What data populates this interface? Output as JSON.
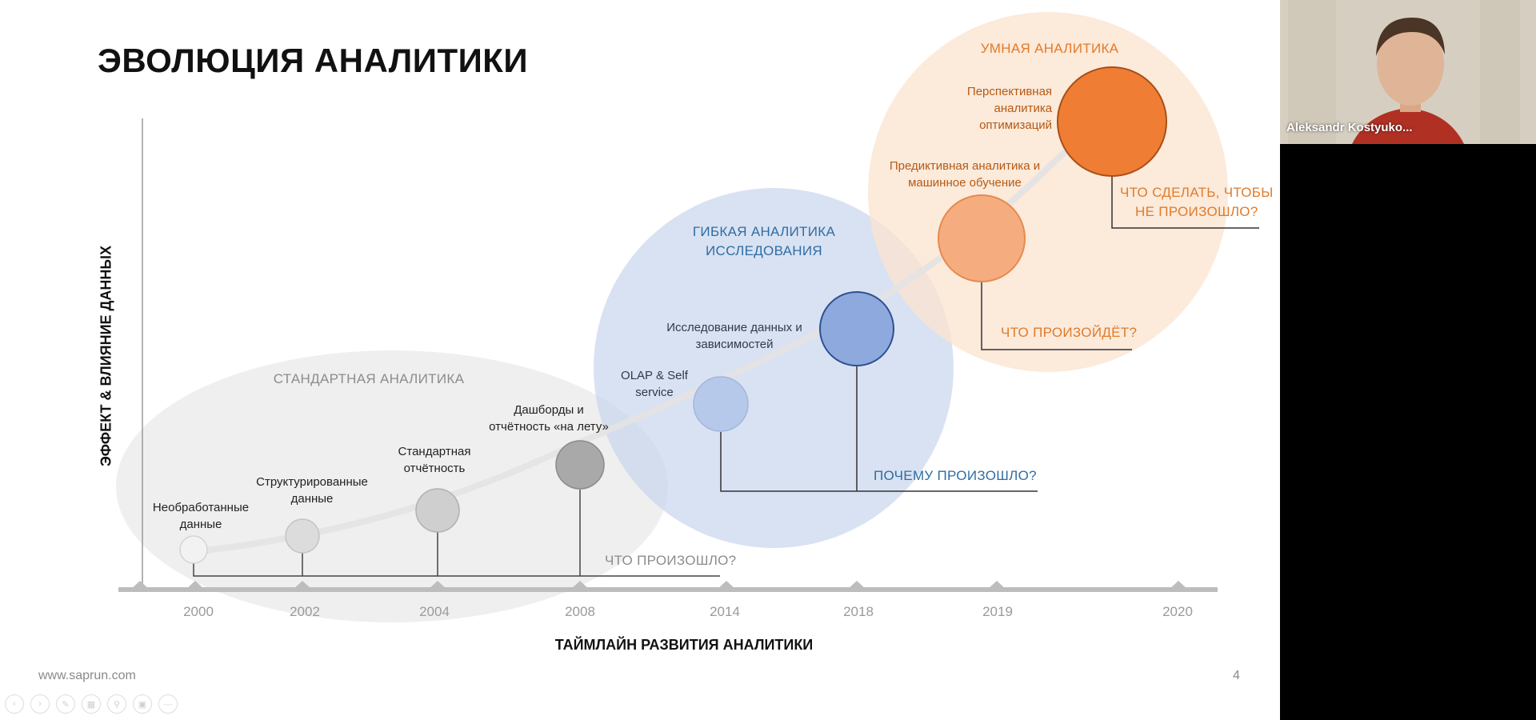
{
  "slide": {
    "title": "ЭВОЛЮЦИЯ АНАЛИТИКИ",
    "y_axis_label": "ЭФФЕКТ & ВЛИЯНИЕ ДАННЫХ",
    "x_axis_label": "ТАЙМЛАЙН РАЗВИТИЯ АНАЛИТИКИ",
    "years": [
      "2000",
      "2002",
      "2004",
      "2008",
      "2014",
      "2018",
      "2019",
      "2020"
    ],
    "zones": {
      "standard": "СТАНДАРТНАЯ АНАЛИТИКА",
      "flexible": [
        "ГИБКАЯ АНАЛИТИКА",
        "ИССЛЕДОВАНИЯ"
      ],
      "smart": "УМНАЯ АНАЛИТИКА"
    },
    "stages": {
      "raw": [
        "Необработанные",
        "данные"
      ],
      "structured": [
        "Структурированные",
        "данные"
      ],
      "standard_reporting": [
        "Стандартная",
        "отчётность"
      ],
      "dashboards": [
        "Дашборды и",
        "отчётность «на лету»"
      ],
      "olap": [
        "OLAP & Self",
        "service"
      ],
      "research": [
        "Исследование данных и",
        "зависимостей"
      ],
      "predictive": [
        "Предиктивная аналитика и",
        "машинное обучение"
      ],
      "prescriptive": [
        "Перспективная",
        "аналитика",
        "оптимизаций"
      ]
    },
    "questions": {
      "what_happened": "ЧТО ПРОИЗОШЛО?",
      "why_happened": "ПОЧЕМУ ПРОИЗОШЛО?",
      "what_will_happen": "ЧТО ПРОИЗОЙДЁТ?",
      "what_to_do": [
        "ЧТО СДЕЛАТЬ, ЧТОБЫ",
        "НЕ ПРОИЗОШЛО?"
      ]
    },
    "website": "www.saprun.com",
    "page_number": "4"
  },
  "video": {
    "participant_name": "Aleksandr Kostyuko..."
  },
  "colors": {
    "gray_text": "#8c8c8c",
    "blue_text": "#2e6da4",
    "orange_text": "#e07b2a"
  }
}
